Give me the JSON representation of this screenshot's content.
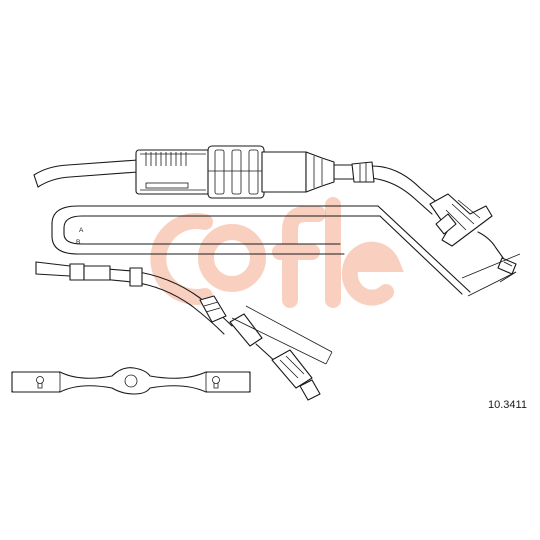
{
  "part_number": "10.3411",
  "labels": {
    "a": "A",
    "b": "B"
  },
  "watermark": {
    "text": "cofle",
    "color": "#f4a98a"
  },
  "colors": {
    "ink": "#1a1a1a",
    "accent": "#c0392b",
    "background": "#ffffff"
  }
}
